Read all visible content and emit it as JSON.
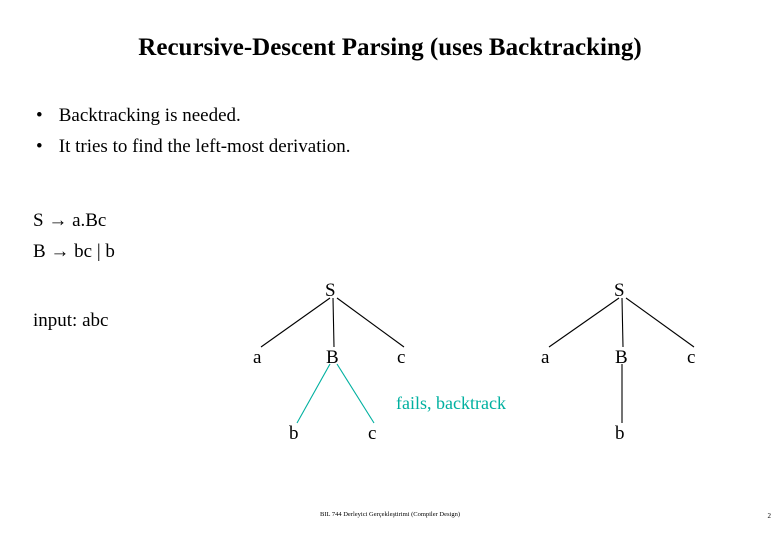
{
  "slide": {
    "title": "Recursive-Descent Parsing (uses Backtracking)",
    "bullets": [
      "Backtracking is needed.",
      "It tries to find the left-most derivation."
    ],
    "bullet_marker": "•",
    "grammar": [
      "S → a.Bc",
      "B → bc  |  b"
    ],
    "input_label": "input: abc",
    "annotation": "fails, backtrack",
    "annotation_color": "#00b0a0",
    "tree_left": {
      "root": "S",
      "children": [
        "a",
        "B",
        "c"
      ],
      "b_children": [
        "b",
        "c"
      ]
    },
    "tree_right": {
      "root": "S",
      "children": [
        "a",
        "B",
        "c"
      ],
      "b_children": [
        "b"
      ]
    },
    "footer": "BIL 744 Derleyici Gerçekleştirimi (Compiler Design)",
    "page_number": "2"
  }
}
